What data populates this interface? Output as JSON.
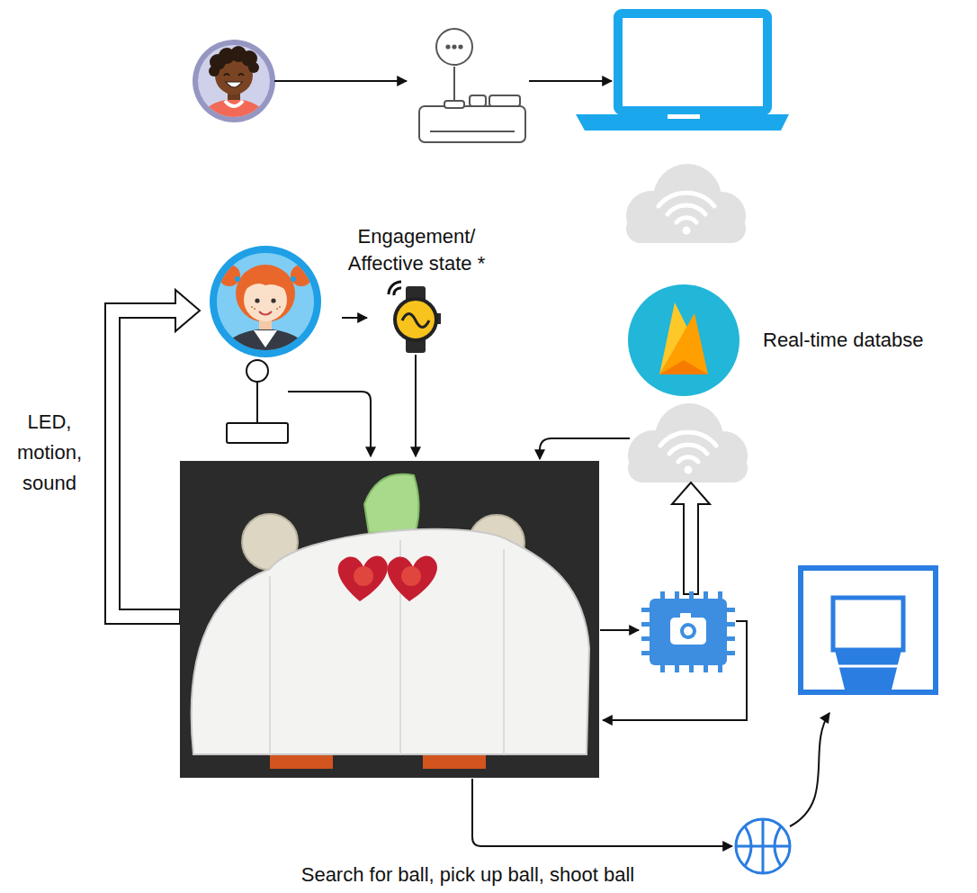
{
  "diagram": {
    "nodes": [
      {
        "text": [
          "Engagement/ Affective state *"
        ]
      },
      {
        "text": [
          "Real-time databse"
        ]
      }
    ],
    "labels": [
      "LED, motion, sound",
      "Search for ball, pick up ball, shoot ball"
    ]
  }
}
